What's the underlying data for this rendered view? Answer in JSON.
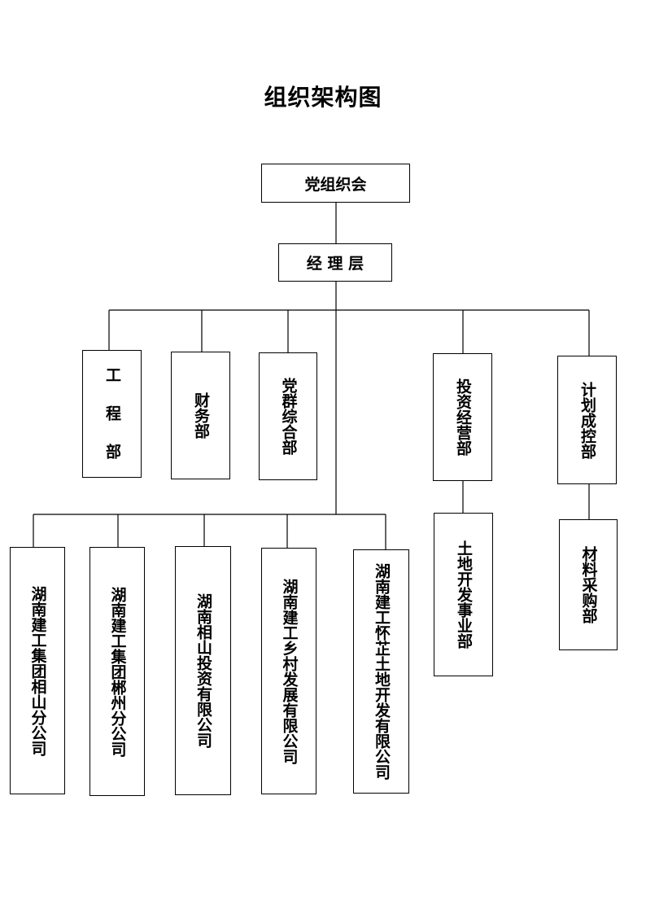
{
  "title": "组织架构图",
  "nodes": {
    "party_committee": "党组织会",
    "management": "经 理 层",
    "engineering": "工 程 部",
    "finance": "财务部",
    "party_mass": "党群综合部",
    "investment": "投资经营部",
    "planning_cost": "计划成控部",
    "land_development": "土地开发事业部",
    "procurement": "材料采购部",
    "xiangshan_branch": "湖南建工集团相山分公司",
    "chenzhou_branch": "湖南建工集团郴州分公司",
    "xiangshan_investment": "湖南相山投资有限公司",
    "rural_development": "湖南建工乡村发展有限公司",
    "huaizhi_land": "湖南建工怀芷土地开发有限公司"
  },
  "edges": [
    [
      "party_committee",
      "management"
    ],
    [
      "management",
      "engineering"
    ],
    [
      "management",
      "finance"
    ],
    [
      "management",
      "party_mass"
    ],
    [
      "management",
      "investment"
    ],
    [
      "management",
      "planning_cost"
    ],
    [
      "investment",
      "land_development"
    ],
    [
      "planning_cost",
      "procurement"
    ],
    [
      "management",
      "xiangshan_branch"
    ],
    [
      "management",
      "chenzhou_branch"
    ],
    [
      "management",
      "xiangshan_investment"
    ],
    [
      "management",
      "rural_development"
    ],
    [
      "management",
      "huaizhi_land"
    ]
  ]
}
